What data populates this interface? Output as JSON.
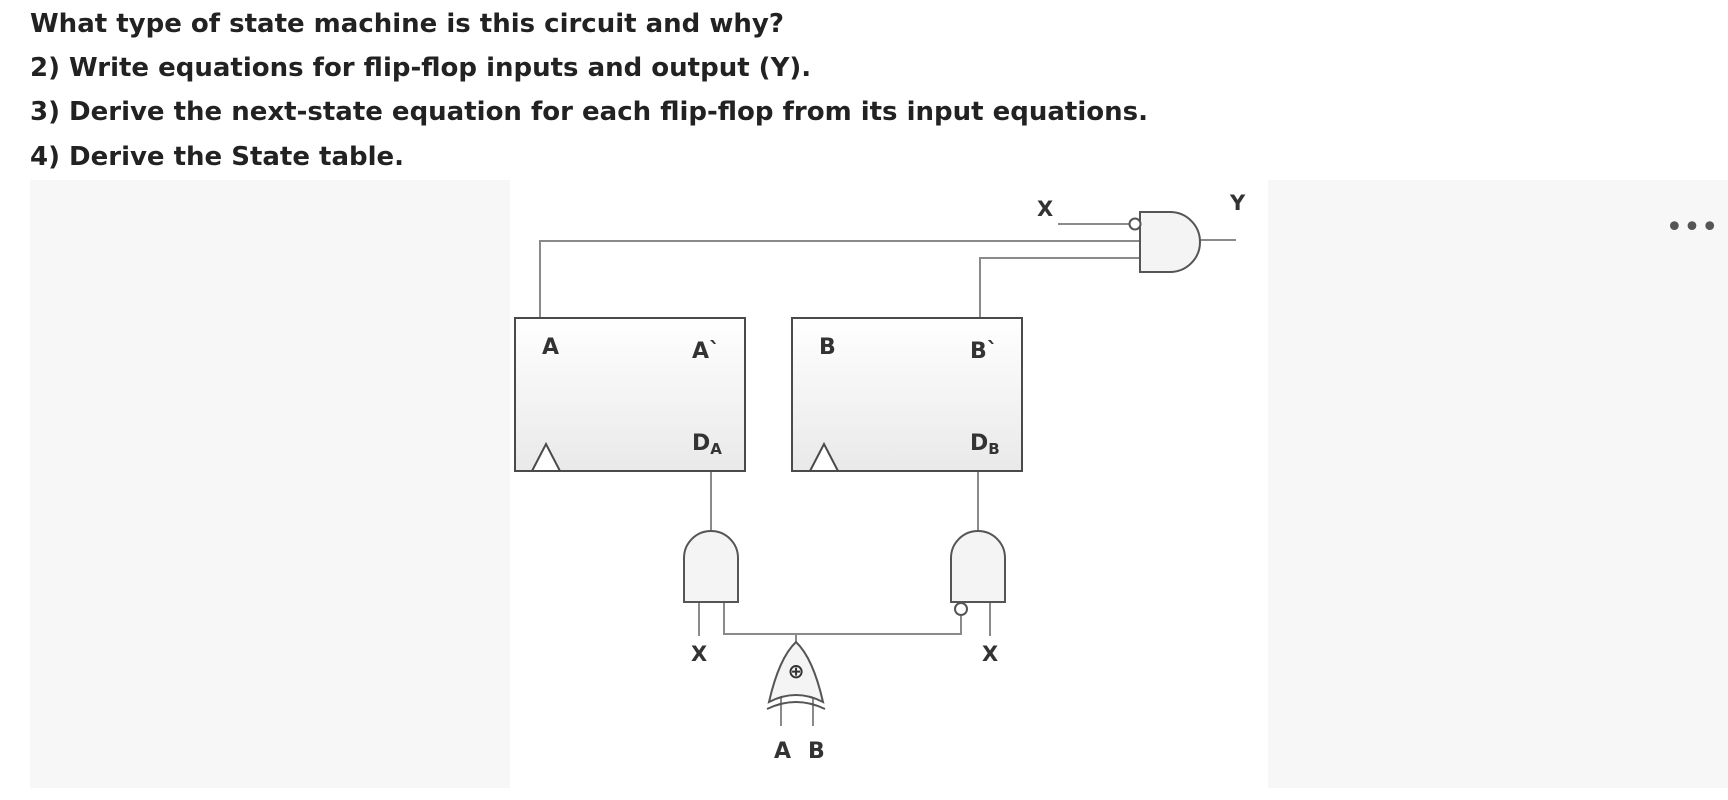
{
  "questions": [
    "What type of state machine is this circuit and why?",
    "2) Write equations for flip-flop inputs and output (Y).",
    "3) Derive the next-state equation for each flip-flop from its input equations.",
    "4) Derive the State table."
  ],
  "figure": {
    "ff_a": {
      "q": "A",
      "q_not": "A`",
      "d": "D",
      "d_sub": "A"
    },
    "ff_b": {
      "q": "B",
      "q_not": "B`",
      "d": "D",
      "d_sub": "B"
    },
    "output_gate": {
      "input": "X",
      "output": "Y"
    },
    "and_a_input": "X",
    "and_b_input": "X",
    "xor_symbol": "⊕",
    "xor_inputs": [
      "A",
      "B"
    ]
  },
  "menu": {
    "more_icon": "more-horizontal-icon",
    "glyph": "•••"
  }
}
